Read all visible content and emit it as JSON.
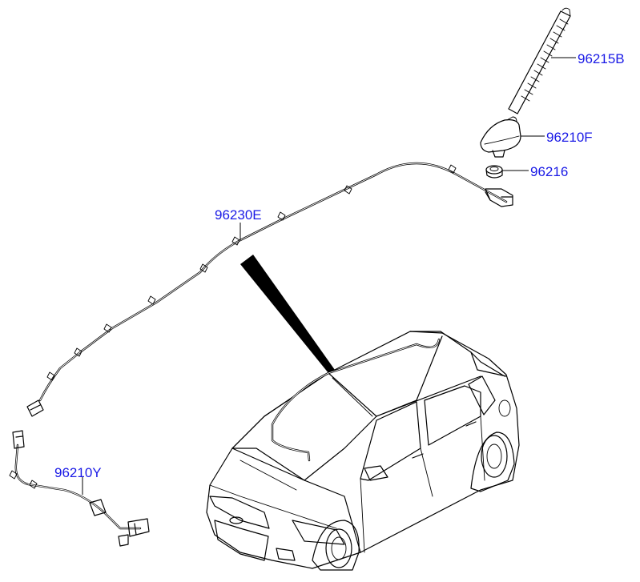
{
  "diagram": {
    "part_labels": {
      "antenna_rod": "96215B",
      "antenna_base": "96210F",
      "antenna_nut": "96216",
      "roof_cable": "96230E",
      "front_cable": "96210Y"
    }
  },
  "colors": {
    "label": "#1a1ae6",
    "line": "#000000",
    "background": "#ffffff"
  }
}
